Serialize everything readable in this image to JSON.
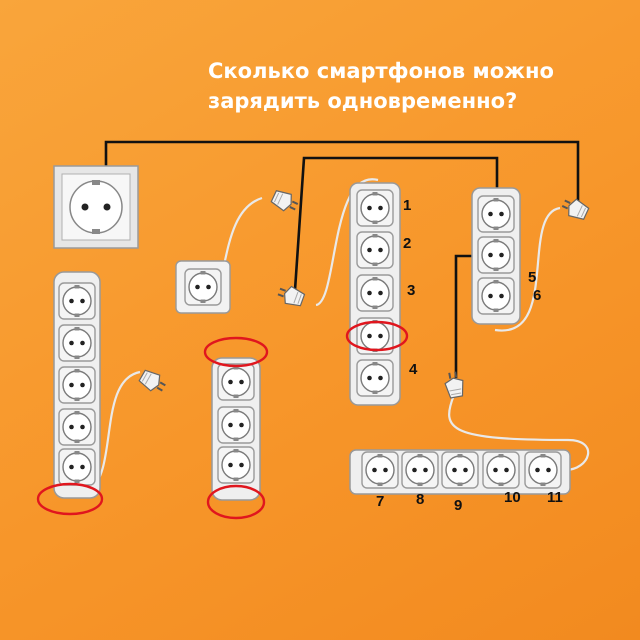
{
  "title": {
    "line1": "Сколько смартфонов можно",
    "line2": "зарядить одновременно?"
  },
  "labels": [
    "1",
    "2",
    "3",
    "4",
    "5",
    "6",
    "7",
    "8",
    "9",
    "10",
    "11"
  ],
  "colors": {
    "background": "#f79a2e",
    "title": "#ffffff",
    "circle_mark": "#e0161e",
    "wire": "#111111",
    "cable": "#e8e8e8",
    "socket_body": "#f2f2f2"
  }
}
